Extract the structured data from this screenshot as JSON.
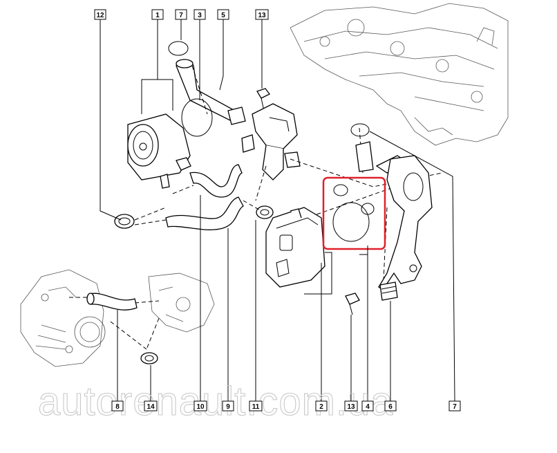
{
  "watermark": "autorenault.com.ua",
  "highlight_color": "#e0202a",
  "callouts": [
    {
      "id": "c12",
      "label": "12"
    },
    {
      "id": "c1",
      "label": "1"
    },
    {
      "id": "c7a",
      "label": "7"
    },
    {
      "id": "c3",
      "label": "3"
    },
    {
      "id": "c5",
      "label": "5"
    },
    {
      "id": "c13a",
      "label": "13"
    },
    {
      "id": "c8",
      "label": "8"
    },
    {
      "id": "c14",
      "label": "14"
    },
    {
      "id": "c10",
      "label": "10"
    },
    {
      "id": "c9",
      "label": "9"
    },
    {
      "id": "c11",
      "label": "11"
    },
    {
      "id": "c2",
      "label": "2"
    },
    {
      "id": "c13b",
      "label": "13"
    },
    {
      "id": "c4",
      "label": "4"
    },
    {
      "id": "c6",
      "label": "6"
    },
    {
      "id": "c7b",
      "label": "7"
    }
  ]
}
